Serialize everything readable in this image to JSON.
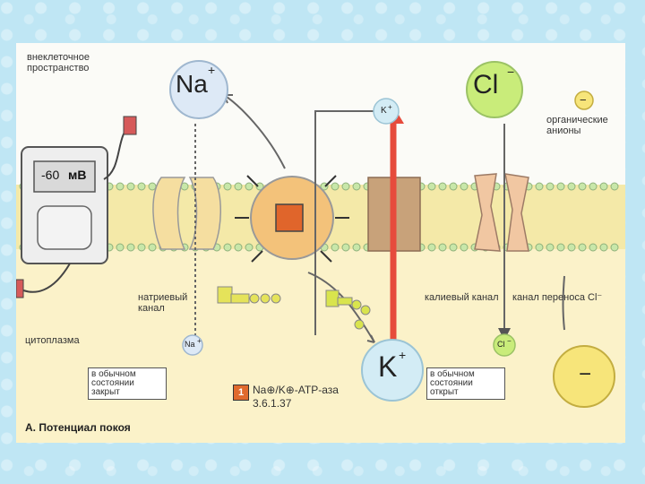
{
  "labels": {
    "outside": "внеклеточное пространство",
    "organic_anions": "органические анионы",
    "sodium_channel": "натриевый канал",
    "potassium_channel": "калиевый канал",
    "cl_transport_channel": "канал переноса Cl⁻",
    "cytoplasm": "цитоплазма",
    "closed_note": "в обычном состоянии закрыт",
    "open_note": "в обычном состоянии открыт",
    "enzyme_name": "Na⊕/K⊕-ATP-аза",
    "enzyme_code": "3.6.1.37",
    "enzyme_number": "1",
    "figure_caption": "A. Потенциал покоя"
  },
  "meter": {
    "value": "-60",
    "unit": "мВ"
  },
  "ions": {
    "na_large": "Na",
    "na_small": "Na",
    "k_large": "K",
    "k_small": "K",
    "cl_large": "Cl",
    "cl_small": "Cl",
    "plus_sign": "+",
    "minus_sign": "−"
  },
  "colors": {
    "membrane": "#f4e9a8",
    "cytoplasm": "#fbf2c9",
    "na_ion": "#dde9f6",
    "k_ion": "#d3ecf5",
    "cl_ion": "#c9ec7a",
    "anion": "#f7e57a",
    "potassium_arrow": "#e64b3c",
    "atpase": "#f3c27a"
  }
}
